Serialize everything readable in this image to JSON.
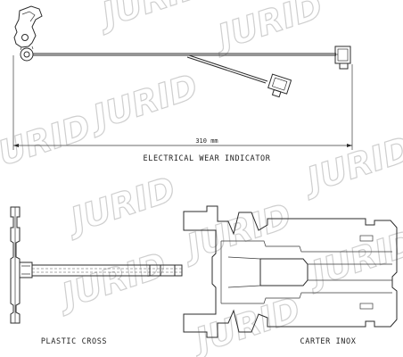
{
  "watermark": "JURID",
  "labels": {
    "title": "ELECTRICAL WEAR INDICATOR",
    "dimension": "310 mm",
    "plastic_cross": "PLASTIC CROSS",
    "carter": "CARTER INOX"
  }
}
